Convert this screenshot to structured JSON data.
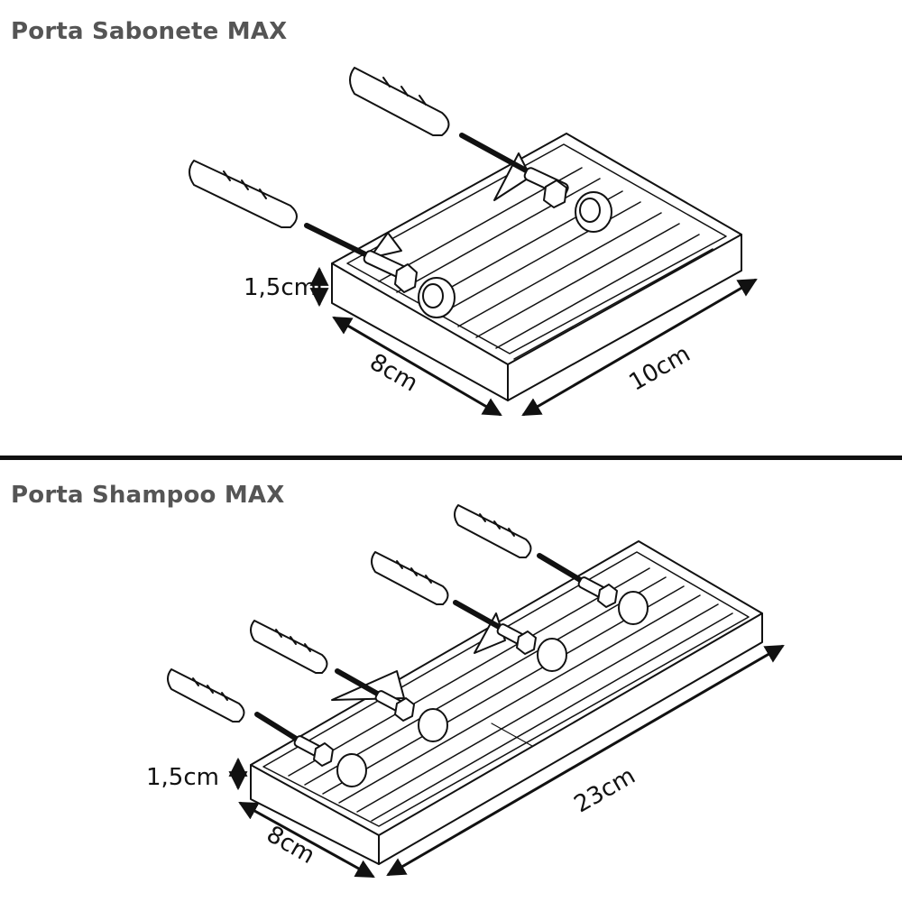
{
  "top": {
    "title": "Porta Sabonete MAX",
    "height_label": "1,5cm",
    "depth_label": "8cm",
    "width_label": "10cm"
  },
  "bottom": {
    "title": "Porta Shampoo MAX",
    "height_label": "1,5cm",
    "depth_label": "8cm",
    "width_label": "23cm"
  }
}
